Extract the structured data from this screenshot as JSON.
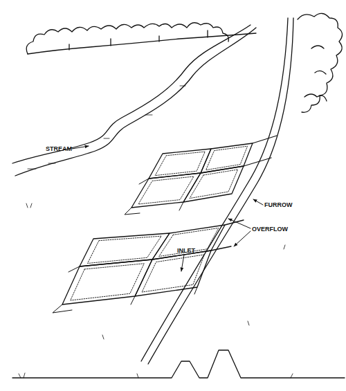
{
  "diagram": {
    "labels": [
      "STREAM",
      "FURROW",
      "OVERFLOW",
      "INLET"
    ]
  }
}
